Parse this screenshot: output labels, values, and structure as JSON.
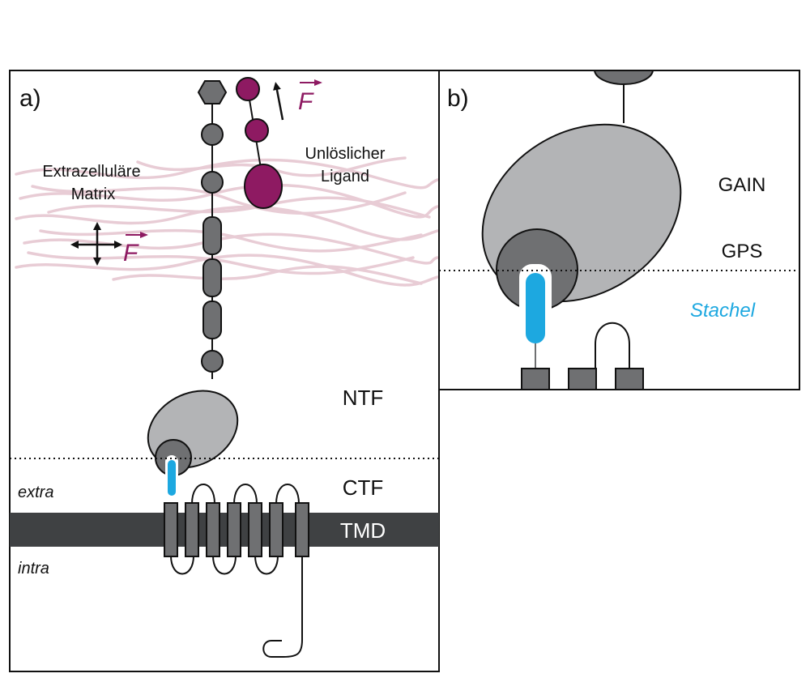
{
  "panel_a": {
    "label": "a)",
    "ecm_label_line1": "Extrazelluläre",
    "ecm_label_line2": "Matrix",
    "ligand_label_line1": "Unlöslicher",
    "ligand_label_line2": "Ligand",
    "force_symbol": "F",
    "ntf": "NTF",
    "ctf": "CTF",
    "tmd": "TMD",
    "extra": "extra",
    "intra": "intra"
  },
  "panel_b": {
    "label": "b)",
    "gain": "GAIN",
    "gps": "GPS",
    "stachel": "Stachel"
  },
  "colors": {
    "ligand": "#8e1a62",
    "stachel": "#1da8e0",
    "membrane": "#3f4143",
    "domain_dark": "#6f7072",
    "gain_gray": "#b3b4b6",
    "ecm_fibers": "#e8ccd5"
  }
}
